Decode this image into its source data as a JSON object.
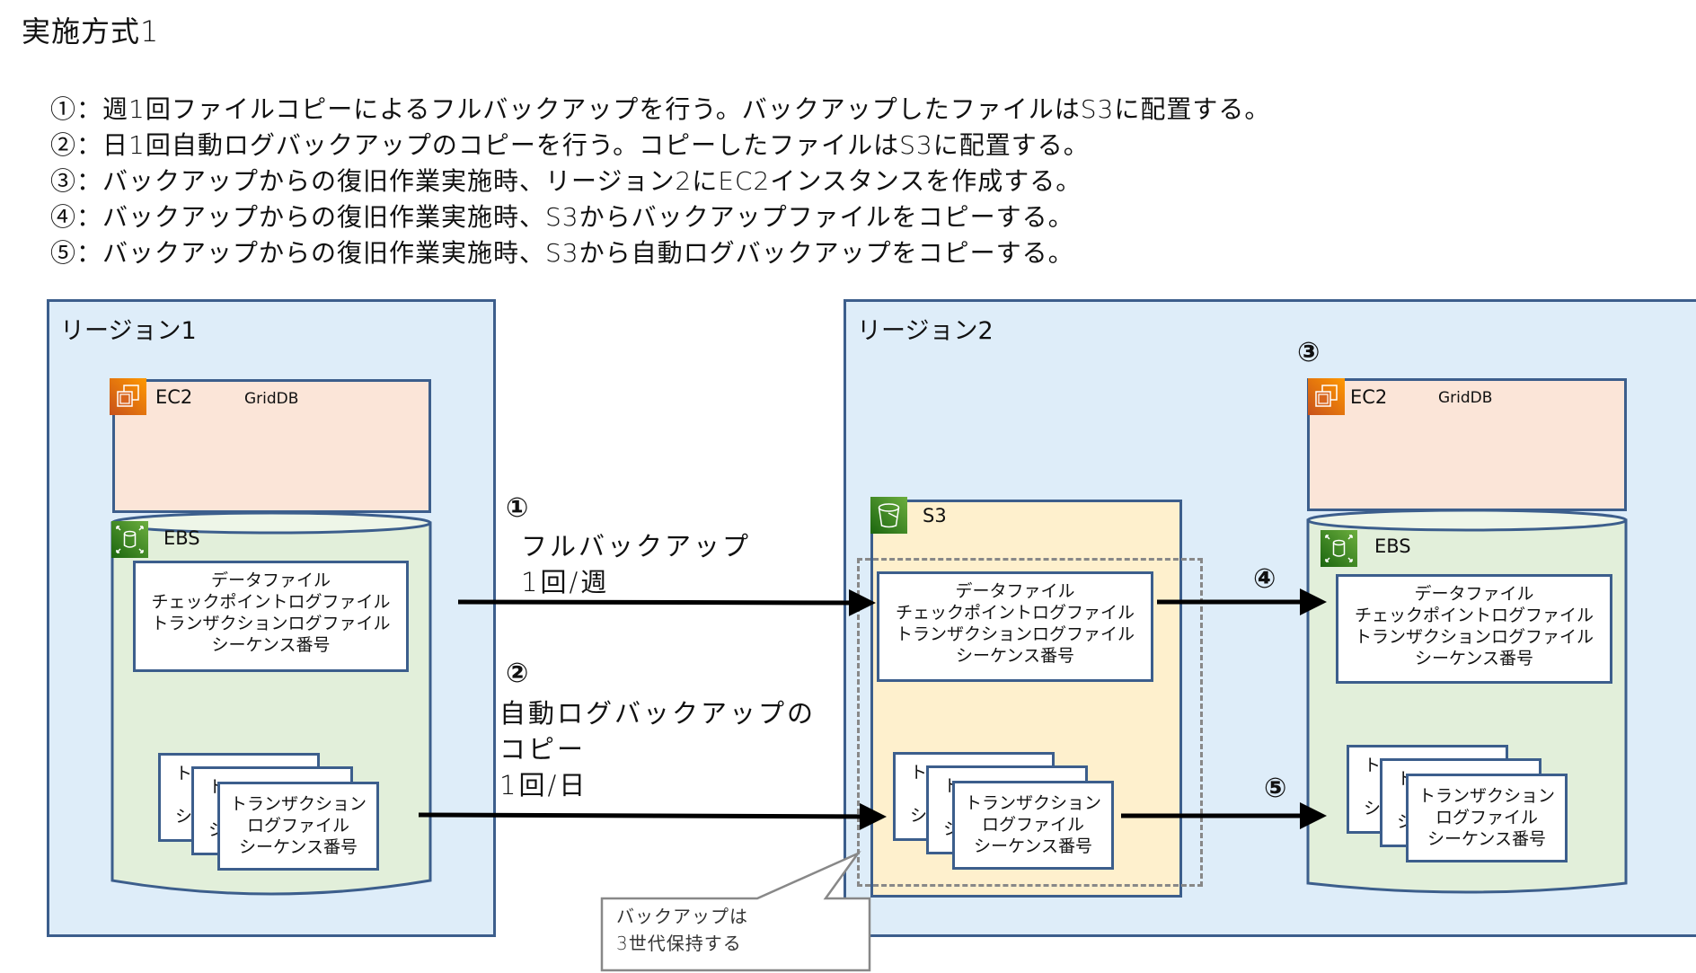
{
  "page_title": "実施方式1",
  "steps": [
    "①：週1回ファイルコピーによるフルバックアップを行う。バックアップしたファイルはS3に配置する。",
    "②：日1回自動ログバックアップのコピーを行う。コピーしたファイルはS3に配置する。",
    "③：バックアップからの復旧作業実施時、リージョン2にEC2インスタンスを作成する。",
    "④：バックアップからの復旧作業実施時、S3からバックアップファイルをコピーする。",
    "⑤：バックアップからの復旧作業実施時、S3から自動ログバックアップをコピーする。"
  ],
  "region1": {
    "label": "リージョン1",
    "ec2": {
      "service": "EC2",
      "app": "GridDB",
      "icon": "ec2-icon"
    },
    "ebs": {
      "service": "EBS",
      "icon": "ebs-icon"
    },
    "data_files": [
      "データファイル",
      "チェックポイントログファイル",
      "トランザクションログファイル",
      "シーケンス番号"
    ],
    "log_backup": [
      "トランザクション",
      "ログファイル",
      "シーケンス番号"
    ]
  },
  "region2": {
    "label": "リージョン2",
    "s3": {
      "service": "S3",
      "icon": "s3-bucket-icon",
      "data_files": [
        "データファイル",
        "チェックポイントログファイル",
        "トランザクションログファイル",
        "シーケンス番号"
      ],
      "log_backup": [
        "トランザクション",
        "ログファイル",
        "シーケンス番号"
      ]
    },
    "step_marker": "③",
    "ec2": {
      "service": "EC2",
      "app": "GridDB",
      "icon": "ec2-icon"
    },
    "ebs": {
      "service": "EBS",
      "icon": "ebs-icon"
    },
    "data_files": [
      "データファイル",
      "チェックポイントログファイル",
      "トランザクションログファイル",
      "シーケンス番号"
    ],
    "log_backup": [
      "トランザクション",
      "ログファイル",
      "シーケンス番号"
    ]
  },
  "flows": {
    "full_backup": {
      "marker": "①",
      "lines": [
        "フルバックアップ",
        "1回/週"
      ]
    },
    "log_backup": {
      "marker": "②",
      "lines": [
        "自動ログバックアップの",
        "コピー",
        "1回/日"
      ]
    },
    "restore_files": {
      "marker": "④"
    },
    "restore_logs": {
      "marker": "⑤"
    }
  },
  "callout": {
    "lines": [
      "バックアップは",
      "3世代保持する"
    ]
  },
  "colors": {
    "region_bg": "#deedf9",
    "border": "#3c5e8c",
    "ec2_bg": "#fbe5d8",
    "ebs_bg": "#e2efda",
    "s3_bg": "#fef0cd",
    "ec2_icon": "#e4701b",
    "ebs_icon": "#3f8624"
  }
}
